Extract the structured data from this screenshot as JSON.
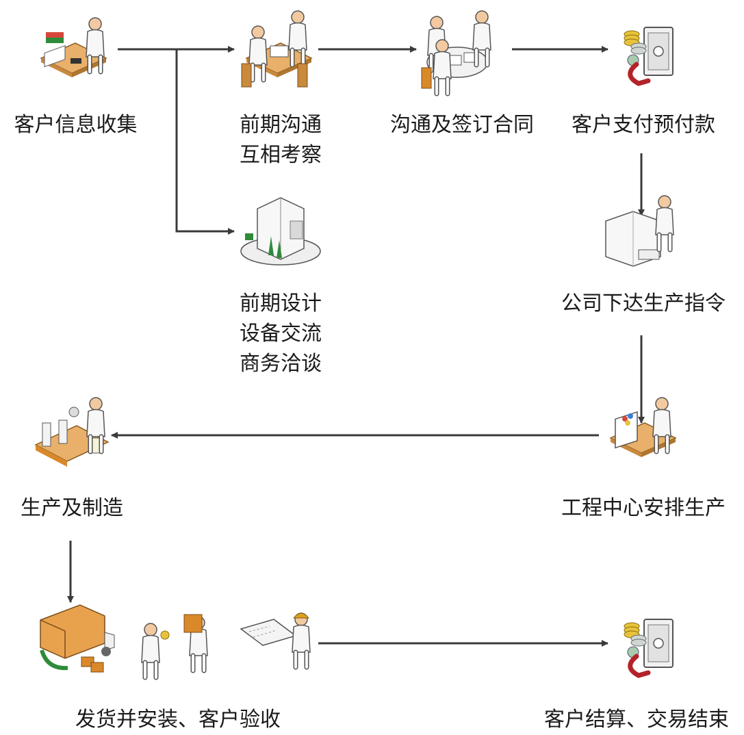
{
  "steps": {
    "collect": {
      "lines": [
        "客户信息收集"
      ]
    },
    "early_comm": {
      "lines": [
        "前期沟通",
        "互相考察"
      ]
    },
    "contract": {
      "lines": [
        "沟通及签订合同"
      ]
    },
    "prepay": {
      "lines": [
        "客户支付预付款"
      ]
    },
    "design": {
      "lines": [
        "前期设计",
        "设备交流",
        "商务洽谈"
      ]
    },
    "order": {
      "lines": [
        "公司下达生产指令"
      ]
    },
    "schedule": {
      "lines": [
        "工程中心安排生产"
      ]
    },
    "manufacture": {
      "lines": [
        "生产及制造"
      ]
    },
    "delivery": {
      "lines": [
        "发货并安装、客户验收"
      ]
    },
    "settle": {
      "lines": [
        "客户结算、交易结束"
      ]
    }
  },
  "colors": {
    "arrow": "#3a3a3a",
    "skin": "#f2c9a0",
    "desk": "#e8b06a",
    "box": "#d9892a",
    "money_green": "#2e8b3a",
    "red_arrow": "#b3242a"
  }
}
